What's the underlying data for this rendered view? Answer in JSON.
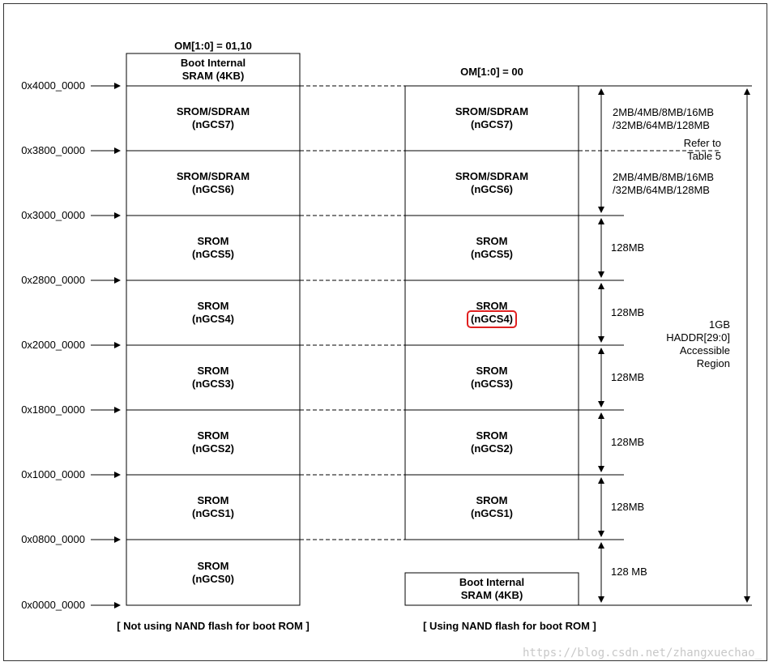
{
  "headers": {
    "left": "OM[1:0] = 01,10",
    "right": "OM[1:0] = 00"
  },
  "addresses": [
    "0x4000_0000",
    "0x3800_0000",
    "0x3000_0000",
    "0x2800_0000",
    "0x2000_0000",
    "0x1800_0000",
    "0x1000_0000",
    "0x0800_0000",
    "0x0000_0000"
  ],
  "left_column": {
    "top_block": [
      "Boot Internal",
      "SRAM (4KB)"
    ],
    "banks": [
      [
        "SROM/SDRAM",
        "(nGCS7)"
      ],
      [
        "SROM/SDRAM",
        "(nGCS6)"
      ],
      [
        "SROM",
        "(nGCS5)"
      ],
      [
        "SROM",
        "(nGCS4)"
      ],
      [
        "SROM",
        "(nGCS3)"
      ],
      [
        "SROM",
        "(nGCS2)"
      ],
      [
        "SROM",
        "(nGCS1)"
      ],
      [
        "SROM",
        "(nGCS0)"
      ]
    ]
  },
  "right_column": {
    "banks": [
      [
        "SROM/SDRAM",
        "(nGCS7)"
      ],
      [
        "SROM/SDRAM",
        "(nGCS6)"
      ],
      [
        "SROM",
        "(nGCS5)"
      ],
      [
        "SROM",
        "(nGCS4)"
      ],
      [
        "SROM",
        "(nGCS3)"
      ],
      [
        "SROM",
        "(nGCS2)"
      ],
      [
        "SROM",
        "(nGCS1)"
      ]
    ],
    "bottom_block": [
      "Boot Internal",
      "SRAM (4KB)"
    ],
    "highlighted": "(nGCS4)",
    "highlight_color": "#e02020"
  },
  "sizes": {
    "bank7": [
      "2MB/4MB/8MB/16MB",
      "/32MB/64MB/128MB"
    ],
    "refer": [
      "Refer to",
      "Table 5"
    ],
    "bank6": [
      "2MB/4MB/8MB/16MB",
      "/32MB/64MB/128MB"
    ],
    "bank5": "128MB",
    "bank4": "128MB",
    "bank3": "128MB",
    "bank2": "128MB",
    "bank1": "128MB",
    "bank0": "128 MB"
  },
  "region": [
    "1GB",
    "HADDR[29:0]",
    "Accessible",
    "Region"
  ],
  "footers": {
    "left": "[ Not using NAND flash for boot ROM ]",
    "right": "[ Using NAND flash for boot ROM ]"
  },
  "watermark": "https://blog.csdn.net/zhangxuechao_"
}
